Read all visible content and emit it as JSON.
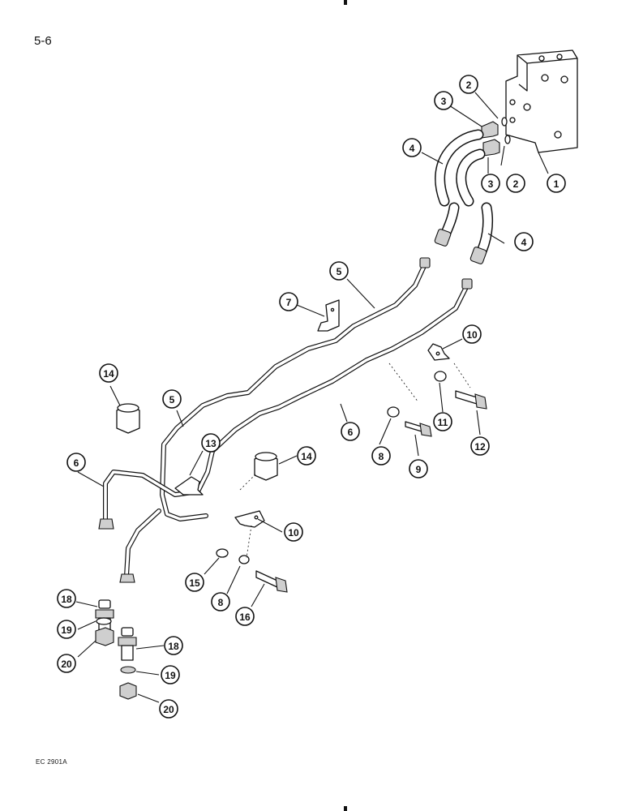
{
  "page_number": "5-6",
  "figure_code": "EC 2901A",
  "callouts": [
    "1",
    "2",
    "2",
    "3",
    "3",
    "4",
    "4",
    "5",
    "5",
    "6",
    "6",
    "7",
    "8",
    "8",
    "9",
    "10",
    "10",
    "11",
    "12",
    "13",
    "14",
    "14",
    "15",
    "16",
    "18",
    "18",
    "19",
    "19",
    "20",
    "20"
  ]
}
